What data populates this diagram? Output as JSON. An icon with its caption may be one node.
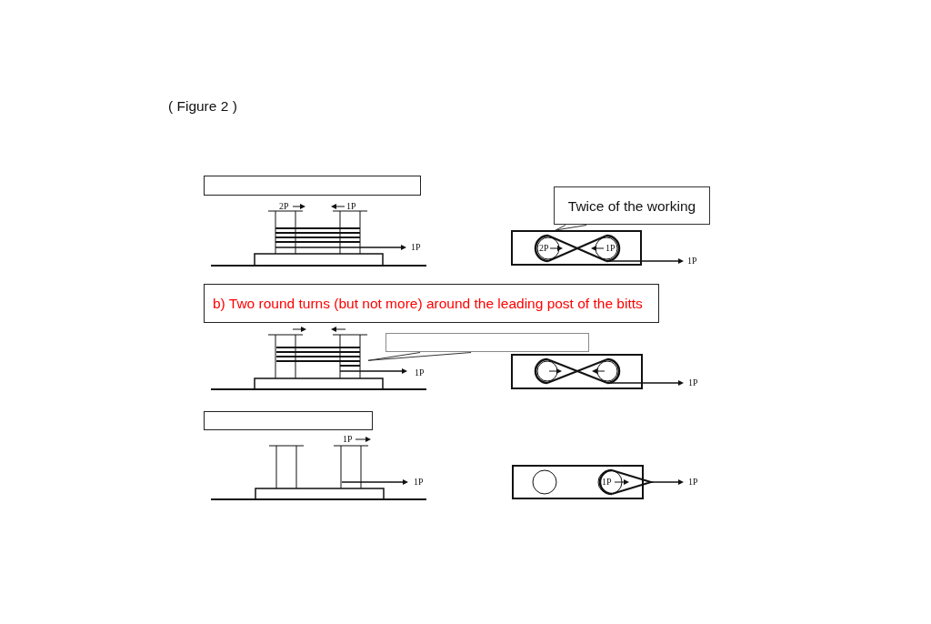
{
  "diagram": {
    "title": "( Figure 2 )",
    "nodes": [
      {
        "text": [],
        "shape": "box"
      },
      {
        "text": [
          "Twice of the working"
        ]
      },
      {
        "text": [],
        "shape": "picture"
      },
      {
        "text": [
          "b) Two round turns (but not more) around the leading post of the bitts"
        ]
      },
      {
        "text": [],
        "shape": "box"
      },
      {
        "text": [],
        "shape": "picture"
      },
      {
        "text": [],
        "shape": "box"
      }
    ],
    "edges": [
      {
        "from": 1,
        "to": 2,
        "arrow": "none"
      },
      {
        "from": 4,
        "to": 5,
        "arrow": "none"
      }
    ],
    "labels": [
      "2P",
      "1P",
      "1P",
      "2P",
      "1P",
      "1P",
      "1P",
      "1P",
      "1P",
      "1P",
      "1P",
      "1P"
    ]
  }
}
